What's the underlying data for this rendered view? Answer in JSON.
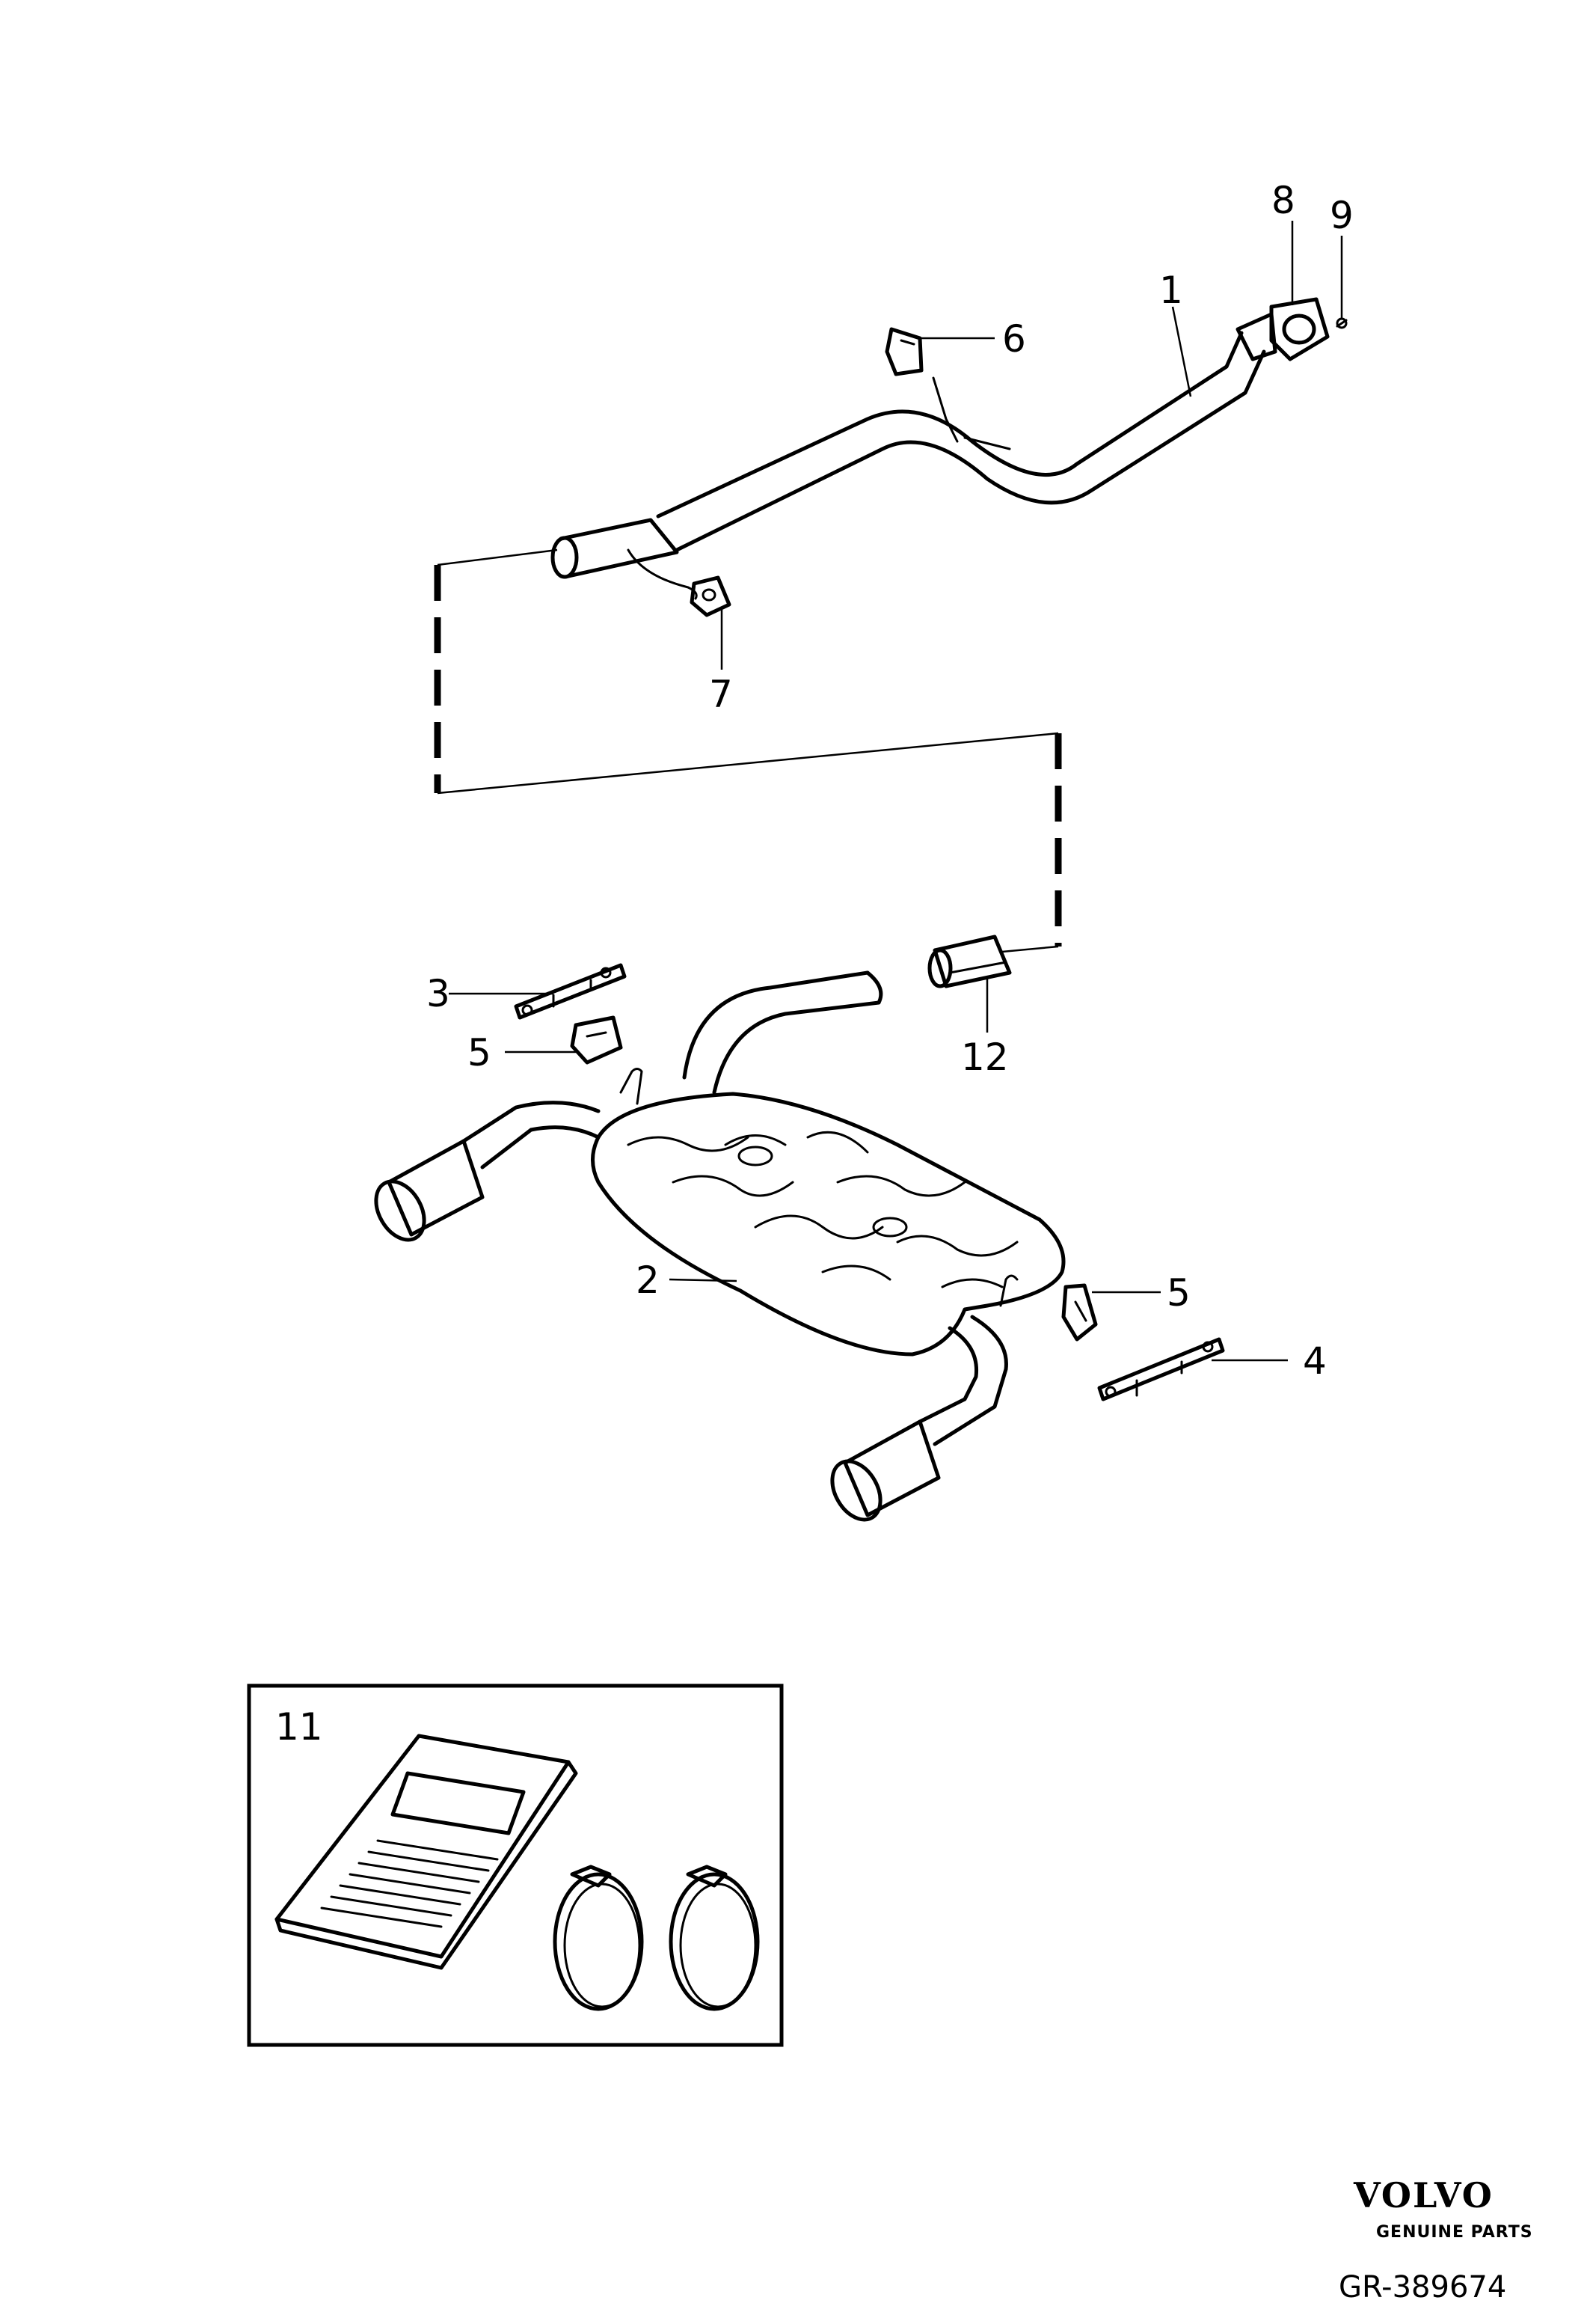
{
  "callouts": {
    "c1": "1",
    "c2": "2",
    "c3": "3",
    "c4": "4",
    "c5a": "5",
    "c5b": "5",
    "c6": "6",
    "c7": "7",
    "c8": "8",
    "c9": "9",
    "c11": "11",
    "c12": "12"
  },
  "brand": {
    "name": "VOLVO",
    "tagline": "GENUINE PARTS"
  },
  "reference": "GR-389674"
}
